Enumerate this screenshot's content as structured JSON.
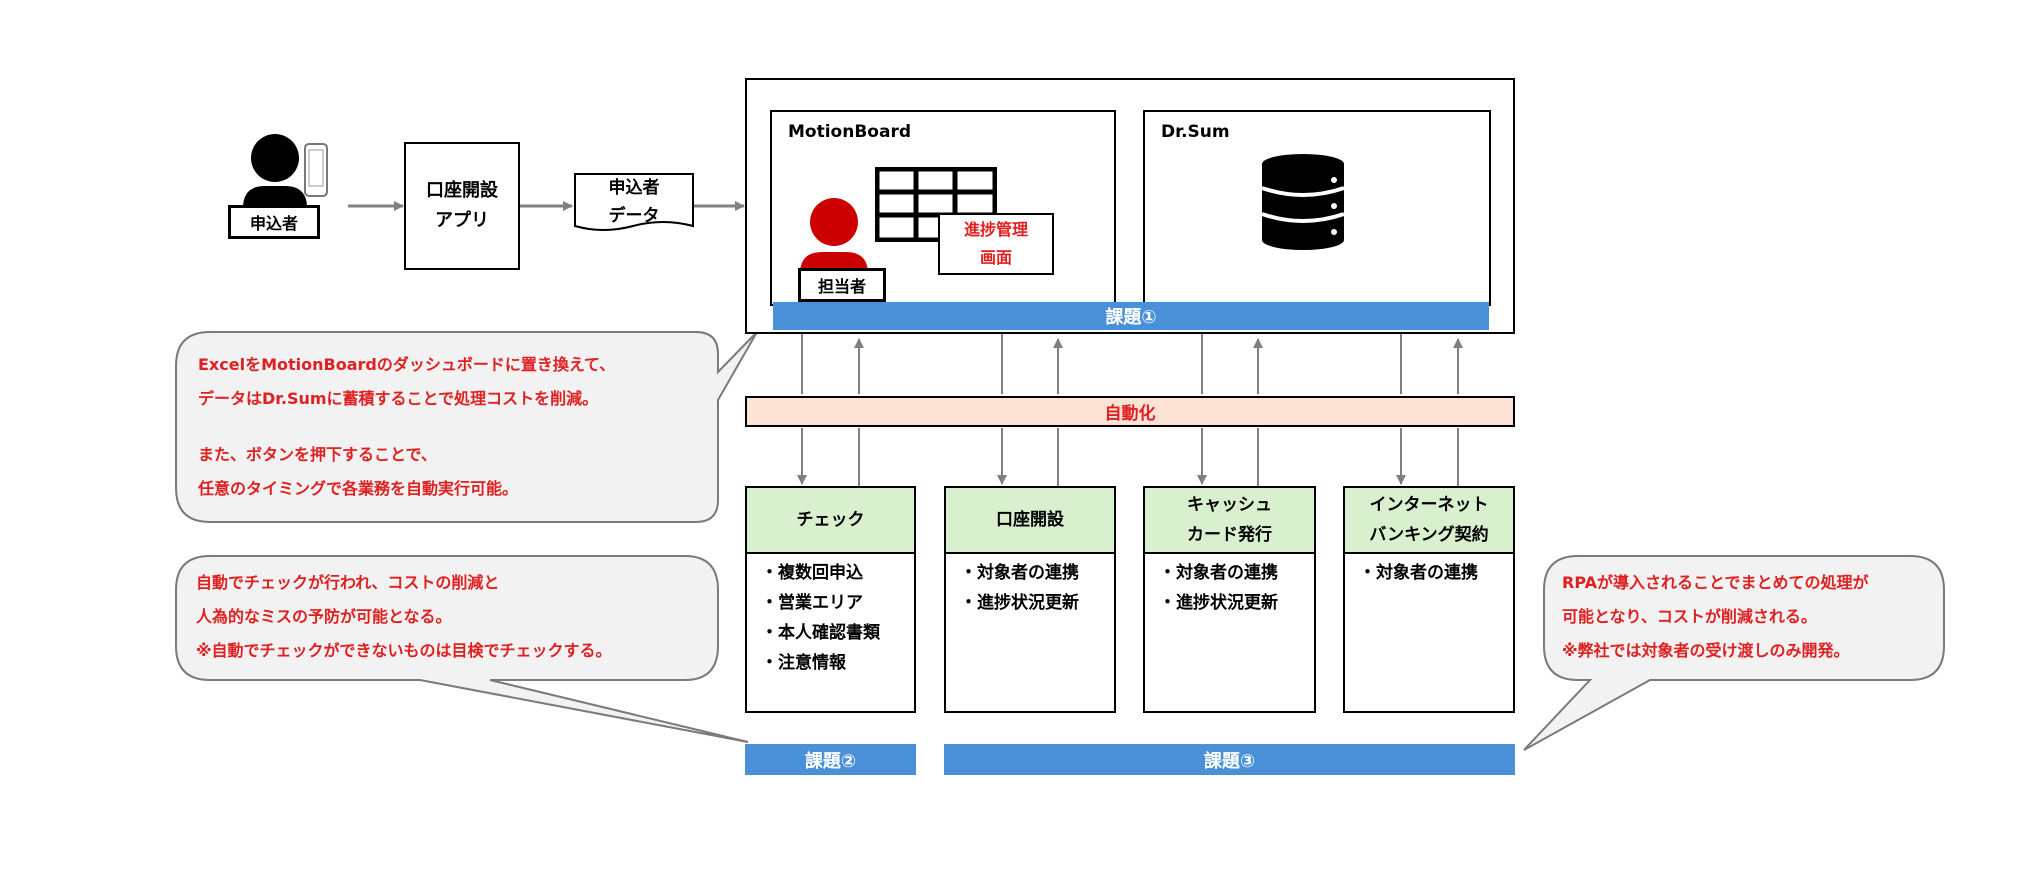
{
  "applicant": {
    "label": "申込者"
  },
  "app_box": {
    "line1": "口座開設",
    "line2": "アプリ"
  },
  "doc": {
    "line1": "申込者",
    "line2": "データ"
  },
  "motionboard": {
    "title": "MotionBoard",
    "screen_line1": "進捗管理",
    "screen_line2": "画面",
    "staff_label": "担当者"
  },
  "drsum": {
    "title": "Dr.Sum"
  },
  "issues": {
    "issue1": "課題①",
    "issue2": "課題②",
    "issue3": "課題③"
  },
  "automation": {
    "label": "自動化"
  },
  "tasks": [
    {
      "header_line1": "チェック",
      "header_line2": "",
      "items": [
        "・複数回申込",
        "・営業エリア",
        "・本人確認書類",
        "・注意情報"
      ]
    },
    {
      "header_line1": "口座開設",
      "header_line2": "",
      "items": [
        "・対象者の連携",
        "・進捗状況更新"
      ]
    },
    {
      "header_line1": "キャッシュ",
      "header_line2": "カード発行",
      "items": [
        "・対象者の連携",
        "・進捗状況更新"
      ]
    },
    {
      "header_line1": "インターネット",
      "header_line2": "バンキング契約",
      "items": [
        "・対象者の連携"
      ]
    }
  ],
  "bubbles": {
    "b1": [
      "ExcelをMotionBoardのダッシュボードに置き換えて、",
      "データはDr.Sumに蓄積することで処理コストを削減。",
      "",
      "また、ボタンを押下することで、",
      "任意のタイミングで各業務を自動実行可能。"
    ],
    "b2": [
      "自動でチェックが行われ、コストの削減と",
      "人為的なミスの予防が可能となる。",
      "※自動でチェックができないものは目検でチェックする。"
    ],
    "b3": [
      "RPAが導入されることでまとめての処理が",
      "可能となり、コストが削減される。",
      "※弊社では対象者の受け渡しのみ開発。"
    ]
  },
  "colors": {
    "accent_blue": "#4a90d9",
    "task_header": "#d9f0cf",
    "automation_bg": "#fde3d6",
    "text_red": "#e02020",
    "staff_red": "#cc0000",
    "bubble_bg": "#f2f2f2"
  },
  "icons": [
    "person-icon",
    "smartphone-icon",
    "table-grid-icon",
    "database-icon",
    "staff-person-icon"
  ]
}
